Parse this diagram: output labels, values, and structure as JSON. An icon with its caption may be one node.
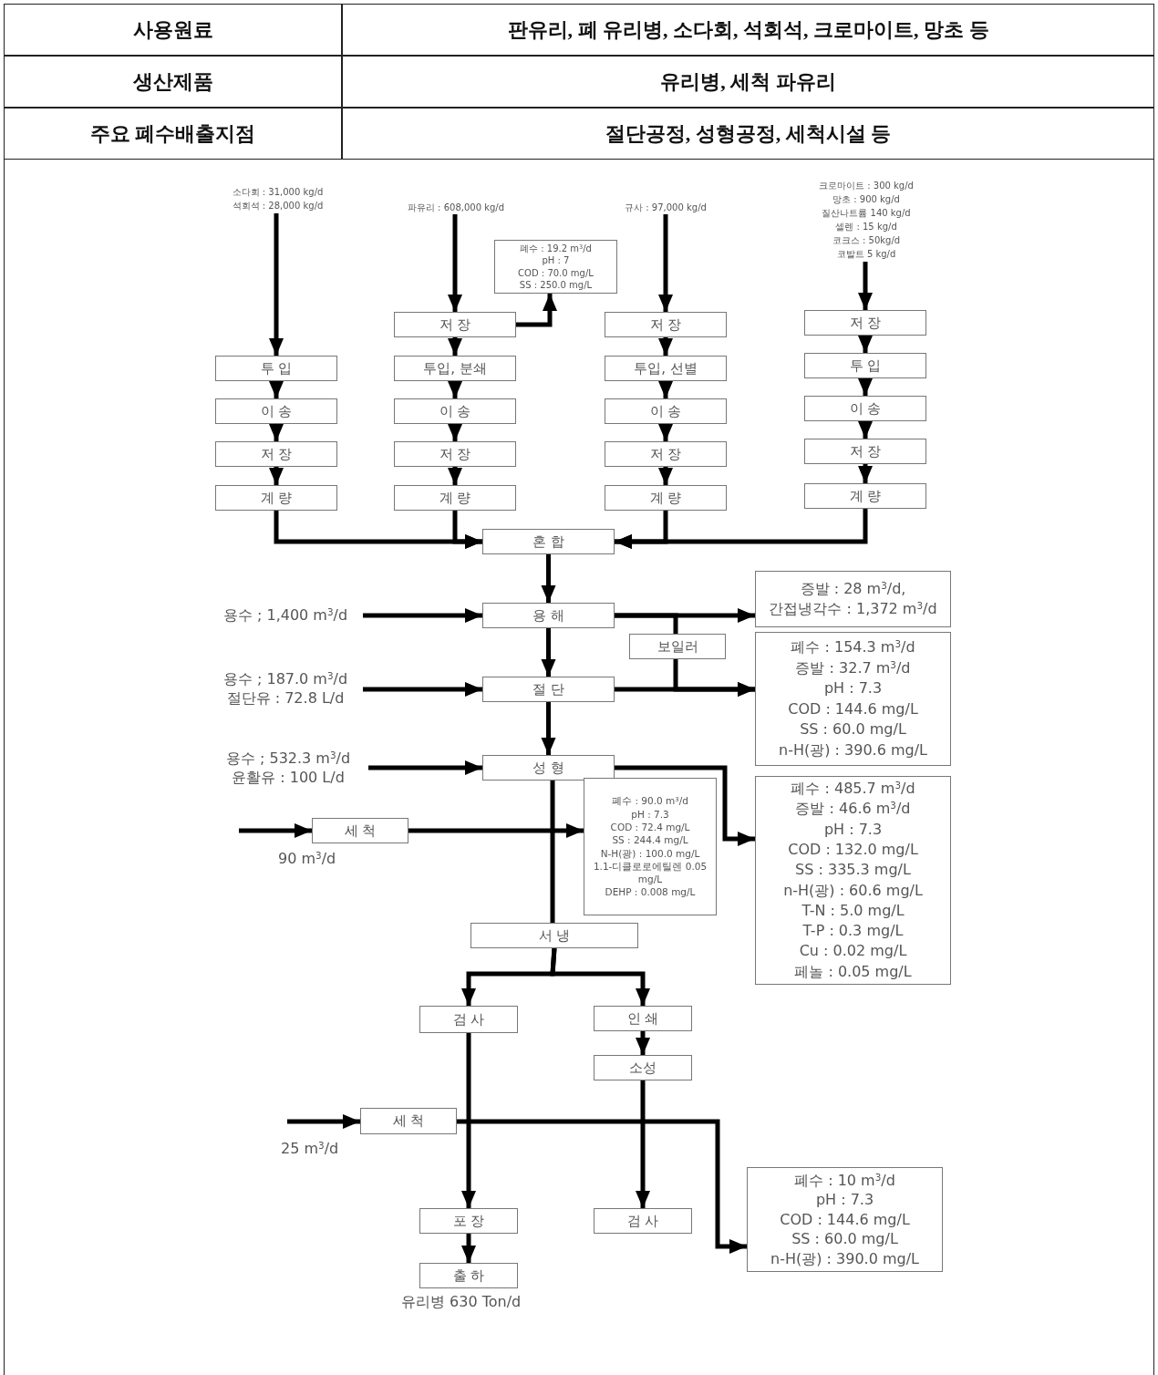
{
  "diagram": {
    "nodes": [
      {
        "text": [
          "소다회 : 31,000 kg/d",
          "석회석 : 28,000 kg/d"
        ]
      },
      {
        "text": [
          "파유리 : 608,000 kg/d"
        ]
      },
      {
        "text": [
          "규사 : 97,000 kg/d"
        ]
      },
      {
        "text": [
          "크로마이트 : 300 kg/d",
          "망초 : 900 kg/d",
          "질산나트륨 140 kg/d",
          "셀렌 : 15 kg/d",
          "코크스 : 50kg/d",
          "코발트 5 kg/d"
        ]
      },
      {
        "text": [
          "폐수 : 19.2 m$^{3}$/d",
          "pH : 7",
          "COD : 70.0 mg/L",
          "SS : 250.0 mg/L"
        ]
      },
      {
        "text": [
          "투 입"
        ]
      },
      {
        "text": [
          "이 송"
        ]
      },
      {
        "text": [
          "저 장"
        ]
      },
      {
        "text": [
          "계 량"
        ]
      },
      {
        "text": [
          "저 장"
        ]
      },
      {
        "text": [
          "투입, 분쇄"
        ]
      },
      {
        "text": [
          "이 송"
        ]
      },
      {
        "text": [
          "저 장"
        ]
      },
      {
        "text": [
          "계 량"
        ]
      },
      {
        "text": [
          "저 장"
        ]
      },
      {
        "text": [
          "투입, 선별"
        ]
      },
      {
        "text": [
          "이 송"
        ]
      },
      {
        "text": [
          "저 장"
        ]
      },
      {
        "text": [
          "계 량"
        ]
      },
      {
        "text": [
          "저 장"
        ]
      },
      {
        "text": [
          "투 입"
        ]
      },
      {
        "text": [
          "이 송"
        ]
      },
      {
        "text": [
          "저 장"
        ]
      },
      {
        "text": [
          "계 량"
        ]
      },
      {
        "text": [
          "혼 합"
        ]
      },
      {
        "text": [
          "용수 ; 1,400 m$^{3}$/d"
        ]
      },
      {
        "text": [
          "용 해"
        ]
      },
      {
        "text": [
          "증발 : 28 m$^{3}$/d,",
          "간접냉각수 : 1,372 m$^{3}$/d"
        ]
      },
      {
        "text": [
          "보일러"
        ]
      },
      {
        "text": [
          "용수 ; 187.0 m$^{3}$/d",
          "절단유 : 72.8 L/d"
        ]
      },
      {
        "text": [
          "절 단"
        ]
      },
      {
        "text": [
          "폐수 : 154.3 m$^{3}$/d",
          "증발 : 32.7 m$^{3}$/d",
          "pH : 7.3",
          "COD : 144.6 mg/L",
          "SS : 60.0 mg/L",
          "n-H(광) : 390.6 mg/L"
        ]
      },
      {
        "text": [
          "용수 ; 532.3 m$^{3}$/d",
          "윤활유 : 100 L/d"
        ]
      },
      {
        "text": [
          "성 형"
        ]
      },
      {
        "text": [
          "폐수 : 90.0 m$^{3}$/d",
          "pH : 7.3",
          "COD : 72.4 mg/L",
          "SS : 244.4 mg/L",
          "N-H(광) : 100.0 mg/L",
          "1.1-디클로로에틸렌 0.05 mg/L",
          "DEHP : 0.008 mg/L"
        ]
      },
      {
        "text": [
          "폐수 : 485.7 m$^{3}$/d",
          "증발 : 46.6 m$^{3}$/d",
          "pH : 7.3",
          "COD : 132.0 mg/L",
          "SS : 335.3 mg/L",
          "n-H(광) : 60.6 mg/L",
          "T-N : 5.0 mg/L",
          "T-P : 0.3 mg/L",
          "Cu : 0.02 mg/L",
          "페놀 : 0.05 mg/L"
        ]
      },
      {
        "text": [
          "세 척"
        ],
        "beside": [
          "90 m$^{3}$/d"
        ]
      },
      {
        "text": [
          "서 냉"
        ]
      },
      {
        "text": [
          "검 사"
        ]
      },
      {
        "text": [
          "인 쇄"
        ]
      },
      {
        "text": [
          "소성"
        ]
      },
      {
        "text": [
          "세 척"
        ],
        "beside": [
          "25 m$^{3}$/d"
        ]
      },
      {
        "text": [
          "포 장"
        ]
      },
      {
        "text": [
          "검 사"
        ]
      },
      {
        "text": [
          "출 하"
        ],
        "beside": [
          "유리병 630 Ton/d"
        ]
      },
      {
        "text": [
          "폐수 : 10 m$^{3}$/d",
          "pH : 7.3",
          "COD : 144.6 mg/L",
          "SS : 60.0 mg/L",
          "n-H(광) : 390.0 mg/L"
        ]
      }
    ],
    "edges": [
      {
        "from": 0,
        "to": 5,
        "arrow": "to"
      },
      {
        "from": 1,
        "to": 9,
        "arrow": "to"
      },
      {
        "from": 2,
        "to": 14,
        "arrow": "to"
      },
      {
        "from": 3,
        "to": 19,
        "arrow": "to"
      },
      {
        "from": 5,
        "to": 6,
        "arrow": "to"
      },
      {
        "from": 6,
        "to": 7,
        "arrow": "to"
      },
      {
        "from": 7,
        "to": 8,
        "arrow": "to"
      },
      {
        "from": 9,
        "to": 10,
        "arrow": "to"
      },
      {
        "from": 10,
        "to": 11,
        "arrow": "to"
      },
      {
        "from": 11,
        "to": 12,
        "arrow": "to"
      },
      {
        "from": 12,
        "to": 13,
        "arrow": "to"
      },
      {
        "from": 9,
        "to": 4,
        "arrow": "to"
      },
      {
        "from": 14,
        "to": 15,
        "arrow": "to"
      },
      {
        "from": 15,
        "to": 16,
        "arrow": "to"
      },
      {
        "from": 16,
        "to": 17,
        "arrow": "to"
      },
      {
        "from": 17,
        "to": 18,
        "arrow": "to"
      },
      {
        "from": 19,
        "to": 20,
        "arrow": "to"
      },
      {
        "from": 20,
        "to": 21,
        "arrow": "to"
      },
      {
        "from": 21,
        "to": 22,
        "arrow": "to"
      },
      {
        "from": 22,
        "to": 23,
        "arrow": "to"
      },
      {
        "from": 8,
        "to": 24,
        "arrow": "to"
      },
      {
        "from": 13,
        "to": 24,
        "arrow": "to"
      },
      {
        "from": 18,
        "to": 24,
        "arrow": "to"
      },
      {
        "from": 23,
        "to": 24,
        "arrow": "to"
      },
      {
        "from": 24,
        "to": 26,
        "arrow": "to"
      },
      {
        "from": 25,
        "to": 26,
        "arrow": "to"
      },
      {
        "from": 26,
        "to": 27,
        "arrow": "to"
      },
      {
        "from": 26,
        "to": 28,
        "arrow": "none"
      },
      {
        "from": 28,
        "to": 31,
        "arrow": "to"
      },
      {
        "from": 26,
        "to": 30,
        "arrow": "to"
      },
      {
        "from": 29,
        "to": 30,
        "arrow": "to"
      },
      {
        "from": 30,
        "to": 31,
        "arrow": "to"
      },
      {
        "from": 30,
        "to": 33,
        "arrow": "to"
      },
      {
        "from": 32,
        "to": 33,
        "arrow": "to"
      },
      {
        "from": 33,
        "to": 35,
        "arrow": "to"
      },
      {
        "from": 33,
        "to": 37,
        "arrow": "none"
      },
      {
        "from": null,
        "to": 36,
        "arrow": "to"
      },
      {
        "from": 36,
        "to": 34,
        "arrow": "to"
      },
      {
        "from": 37,
        "to": 38,
        "arrow": "to"
      },
      {
        "from": 37,
        "to": 39,
        "arrow": "to"
      },
      {
        "from": 39,
        "to": 40,
        "arrow": "to"
      },
      {
        "from": 38,
        "to": 42,
        "arrow": "to"
      },
      {
        "from": 40,
        "to": 43,
        "arrow": "to"
      },
      {
        "from": null,
        "to": 41,
        "arrow": "to"
      },
      {
        "from": 41,
        "to": 45,
        "arrow": "to"
      },
      {
        "from": 42,
        "to": 44,
        "arrow": "to"
      }
    ],
    "labels": [
      "사용원료",
      "판유리, 폐 유리병, 소다회, 석회석, 크로마이트, 망초 등",
      "생산제품",
      "유리병, 세척 파유리",
      "주요 폐수배출지점",
      "절단공정, 성형공정, 세척시설 등"
    ]
  }
}
